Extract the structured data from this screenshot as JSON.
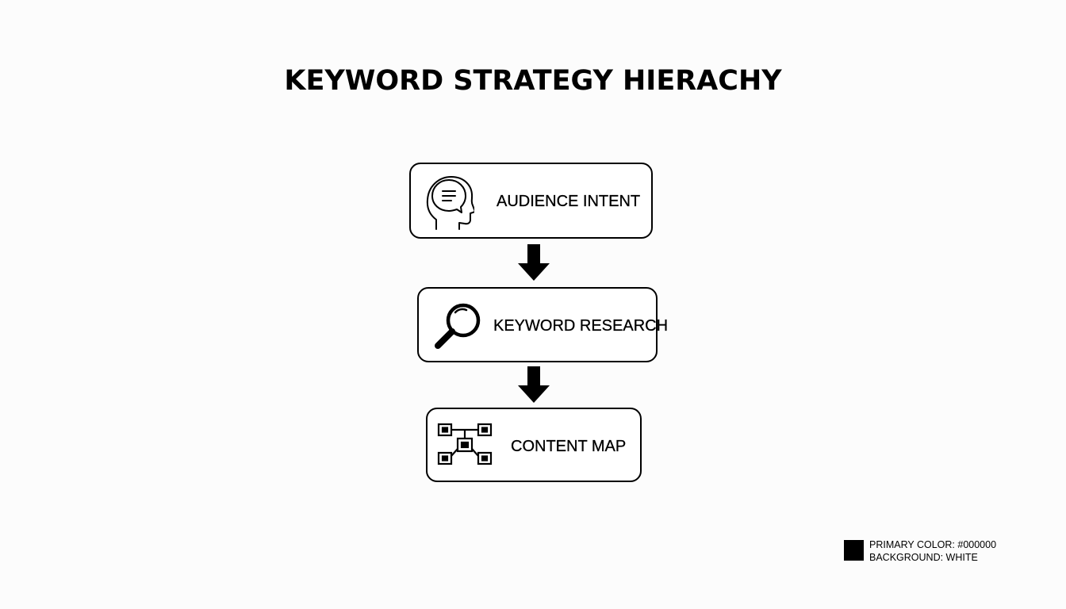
{
  "title": "KEYWORD STRATEGY HIERACHY",
  "steps": [
    {
      "label": "AUDIENCE INTENT",
      "icon": "head-speech-bubble-icon"
    },
    {
      "label": "KEYWORD RESEARCH",
      "icon": "magnifying-glass-icon"
    },
    {
      "label": "CONTENT MAP",
      "icon": "sitemap-icon"
    }
  ],
  "connectors": [
    "arrow-down-icon",
    "arrow-down-icon"
  ],
  "legend": {
    "primary": "PRIMARY COLOR: #000000",
    "background": "BACKGROUND: WHITE"
  },
  "colors": {
    "primary": "#000000",
    "background": "#ffffff"
  }
}
